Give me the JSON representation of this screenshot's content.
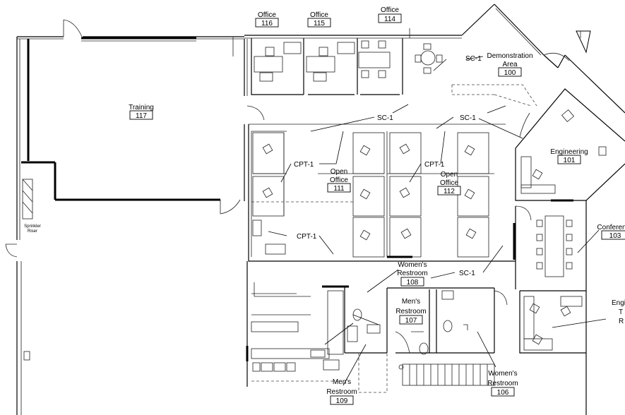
{
  "rooms": {
    "office_116": {
      "name": "Office",
      "number": "116"
    },
    "office_115": {
      "name": "Office",
      "number": "115"
    },
    "office_114": {
      "name": "Office",
      "number": "114"
    },
    "demo_area": {
      "name_line1": "Demonstration",
      "name_line2": "Area",
      "number": "100"
    },
    "training": {
      "name": "Training",
      "number": "117"
    },
    "engineering": {
      "name": "Engineering",
      "number": "101"
    },
    "open_office_111": {
      "name_line1": "Open",
      "name_line2": "Office",
      "number": "111"
    },
    "open_office_112": {
      "name_line1": "Open",
      "name_line2": "Office",
      "number": "112"
    },
    "conference": {
      "name": "Conferen",
      "number": "103"
    },
    "womens_restroom_108": {
      "name_line1": "Women's",
      "name_line2": "Restroom",
      "number": "108"
    },
    "mens_restroom_107": {
      "name_line1": "Men's",
      "name_line2": "Restroom",
      "number": "107"
    },
    "womens_restroom_106": {
      "name_line1": "Women's",
      "name_line2": "Restroom",
      "number": "106"
    },
    "mens_restroom_109": {
      "name_line1": "Men's",
      "name_line2": "Restroom",
      "number": "109"
    },
    "engineering_partial": {
      "line1": "Engi",
      "line2": "T",
      "line3": "R"
    }
  },
  "tags": {
    "sc1": "SC-1",
    "cpt1": "CPT-1"
  },
  "notes": {
    "sprinkler_line1": "Sprinkler",
    "sprinkler_line2": "Riser"
  }
}
